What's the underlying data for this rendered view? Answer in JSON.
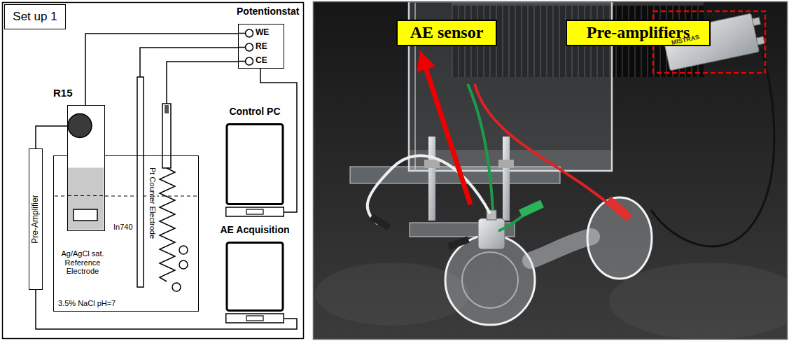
{
  "diagram": {
    "nodes": [
      {
        "text": [
          "Set up 1"
        ]
      },
      {
        "text": [
          "Potentionstat",
          "WE",
          "RE",
          "CE"
        ]
      },
      {
        "text": [
          "R15"
        ]
      },
      {
        "text": [
          "Pre-Amplifier"
        ]
      },
      {
        "text": [
          "3.5% NaCl pH=7"
        ]
      },
      {
        "text": [
          "Control PC"
        ]
      },
      {
        "text": [
          "AE Acquisition"
        ]
      },
      {
        "text": [
          "AE sensor"
        ]
      },
      {
        "text": [
          "Pre-amplifiers"
        ]
      }
    ],
    "edges": [
      {
        "from": 1,
        "to": 2,
        "arrow": "none"
      },
      {
        "from": 1,
        "to": 5,
        "arrow": "none"
      },
      {
        "from": 2,
        "to": 3,
        "arrow": "none"
      },
      {
        "from": 3,
        "to": 6,
        "arrow": "none"
      }
    ],
    "labels": [
      "In740",
      "Pt Counter Electrode",
      "Ag/AgCl sat. Reference Electrode",
      "MISTRAS"
    ]
  }
}
